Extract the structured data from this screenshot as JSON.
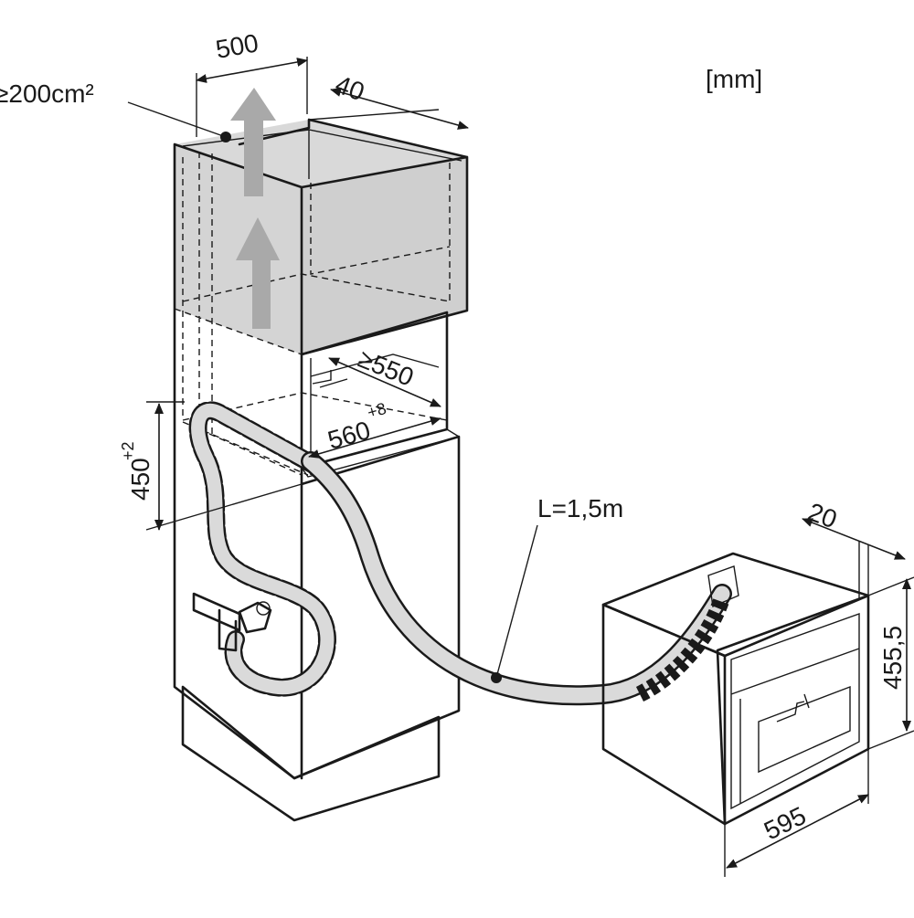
{
  "unit_label": "[mm]",
  "dimensions": {
    "vent_area": "≥200cm²",
    "cabinet_width": "500",
    "depth_offset": "40",
    "niche_depth": "≥550",
    "niche_width": "560",
    "niche_width_tolerance": "+8",
    "niche_height": "450",
    "niche_height_tolerance": "+2",
    "cable_length": "L=1,5m",
    "appliance_panel_depth": "20",
    "appliance_height": "455,5",
    "appliance_width": "595"
  },
  "colors": {
    "line": "#1a1a1a",
    "cabinet_shade": "#d4d4d4",
    "plinth_shade": "#e2e2e2",
    "arrow_fill": "#a9a9a9",
    "hose_fill": "#dadada"
  }
}
